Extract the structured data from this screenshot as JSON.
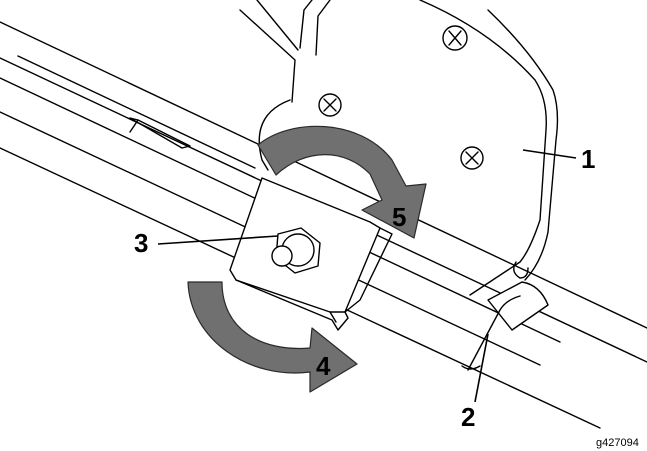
{
  "callouts": {
    "c1": "1",
    "c2": "2",
    "c3": "3",
    "c4": "4",
    "c5": "5"
  },
  "figure_id": "g427094",
  "colors": {
    "arrow_fill": "#707070",
    "line": "#000000",
    "background": "#ffffff"
  },
  "icons": {
    "fastener": "phillips-screw-icon",
    "nut": "hex-nut-icon"
  }
}
